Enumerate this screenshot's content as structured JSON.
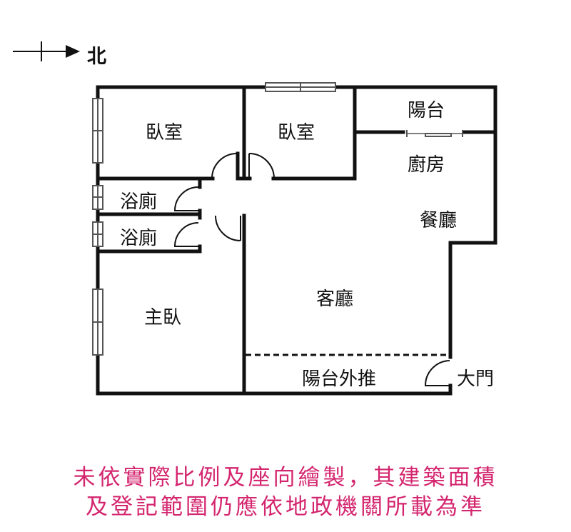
{
  "compass": {
    "label": "北",
    "icon": "north-arrow-icon"
  },
  "rooms": {
    "bedroom_1": "臥室",
    "bedroom_2": "臥室",
    "balcony": "陽台",
    "kitchen": "廚房",
    "bathroom_1": "浴廁",
    "bathroom_2": "浴廁",
    "dining": "餐廳",
    "living": "客廳",
    "master_bedroom": "主臥",
    "balcony_extension": "陽台外推",
    "main_door": "大門"
  },
  "disclaimer": {
    "line1": "未依實際比例及座向繪製，其建築面積",
    "line2": "及登記範圍仍應依地政機關所載為準",
    "color": "#d4266f"
  }
}
